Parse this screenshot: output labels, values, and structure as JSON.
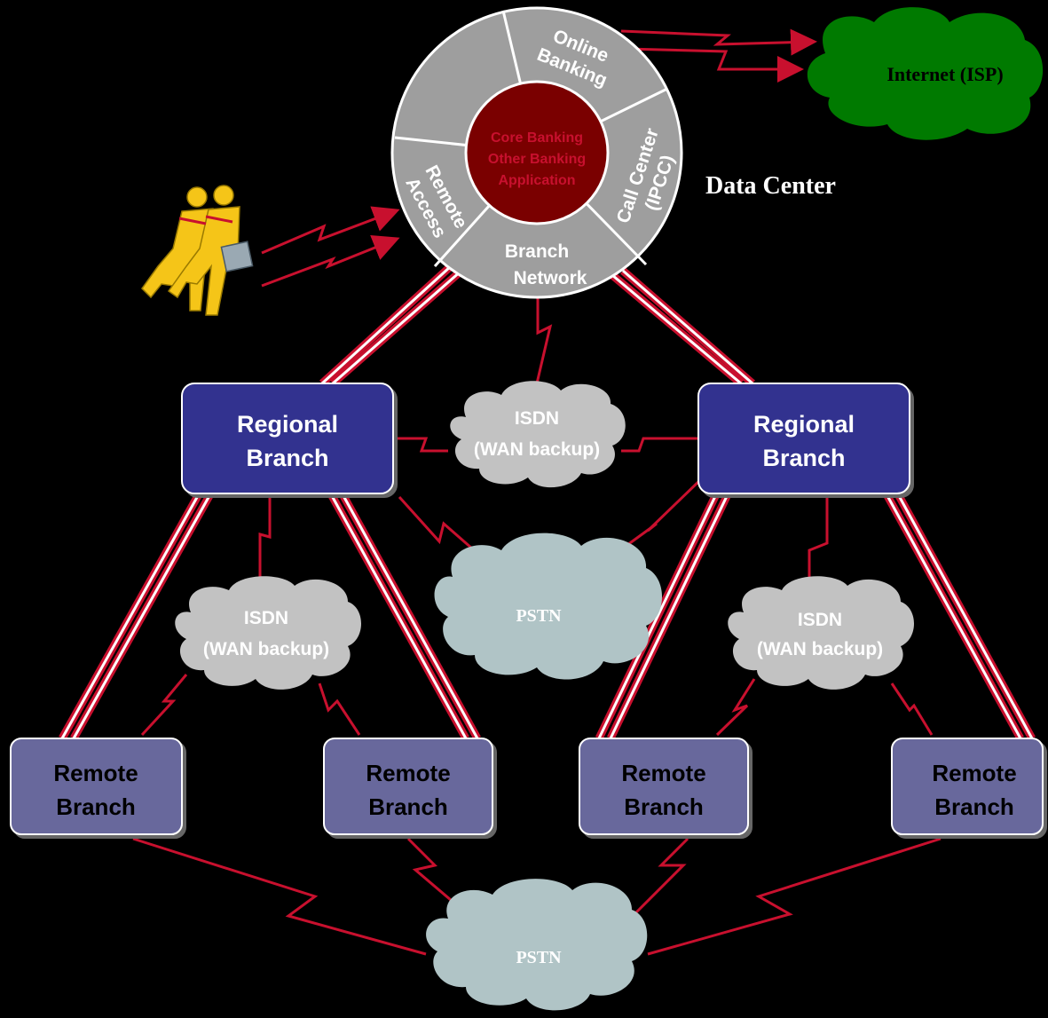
{
  "data_center": {
    "label": "Data Center",
    "core_lines": [
      "Core Banking",
      "Other Banking",
      "Application"
    ],
    "segments": {
      "online_banking": [
        "Online",
        "Banking"
      ],
      "call_center": [
        "Call Center",
        "(IPCC)"
      ],
      "branch_network": [
        "Branch",
        "Network"
      ],
      "remote_access": [
        "Remote",
        "Access"
      ]
    }
  },
  "internet": {
    "label": "Internet (ISP)"
  },
  "regional_branches": [
    {
      "line1": "Regional",
      "line2": "Branch"
    },
    {
      "line1": "Regional",
      "line2": "Branch"
    }
  ],
  "remote_branches": [
    {
      "line1": "Remote",
      "line2": "Branch"
    },
    {
      "line1": "Remote",
      "line2": "Branch"
    },
    {
      "line1": "Remote",
      "line2": "Branch"
    },
    {
      "line1": "Remote",
      "line2": "Branch"
    }
  ],
  "isdn_clouds": [
    {
      "line1": "ISDN",
      "line2": "(WAN backup)"
    },
    {
      "line1": "ISDN",
      "line2": "(WAN backup)"
    },
    {
      "line1": "ISDN",
      "line2": "(WAN backup)"
    }
  ],
  "pstn_clouds": [
    {
      "label": "PSTN"
    },
    {
      "label": "PSTN"
    }
  ],
  "colors": {
    "background": "#000000",
    "link": "#c8102e",
    "ring": "#9e9e9e",
    "core": "#7a0000",
    "regional_box": "#33338f",
    "remote_box": "#67679c",
    "isdn_cloud": "#c2c2c2",
    "pstn_cloud": "#b0c4c6",
    "internet_cloud": "#007a00",
    "users": "#f5c518"
  }
}
